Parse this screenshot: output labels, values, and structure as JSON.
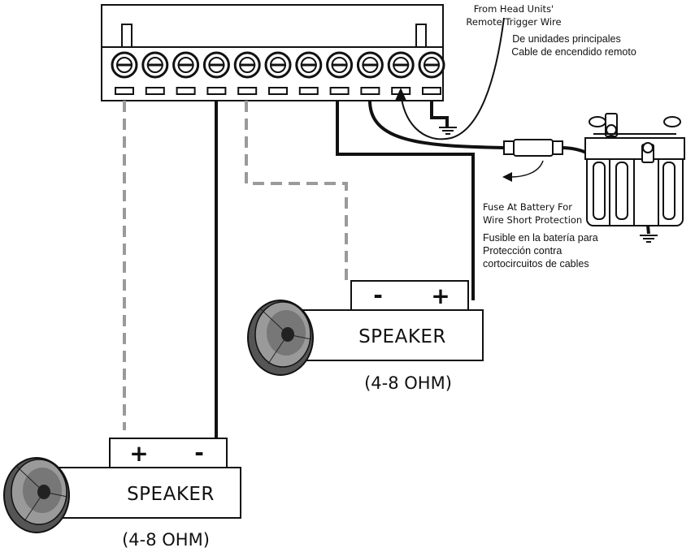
{
  "remote_wire_label": {
    "en_line1": "From Head Units'",
    "en_line2": "Remote Trigger Wire",
    "es_line1": "De unidades principales",
    "es_line2": "Cable de encendido remoto"
  },
  "fuse_label": {
    "en_line1": "Fuse At Battery For",
    "en_line2": "Wire Short Protection",
    "es_line1": "Fusible en la batería para",
    "es_line2": "Protección contra",
    "es_line3": "cortocircuitos de cables"
  },
  "speaker_right": {
    "label": "SPEAKER",
    "impedance": "(4-8 OHM)",
    "terminal_left": "-",
    "terminal_right": "+"
  },
  "speaker_left": {
    "label": "SPEAKER",
    "impedance": "(4-8 OHM)",
    "terminal_left": "+",
    "terminal_right": "-"
  },
  "colors": {
    "line": "#111111",
    "dashed_wire": "#9a9a9a",
    "background": "#ffffff",
    "speaker_cone": "#8f8f8f"
  }
}
